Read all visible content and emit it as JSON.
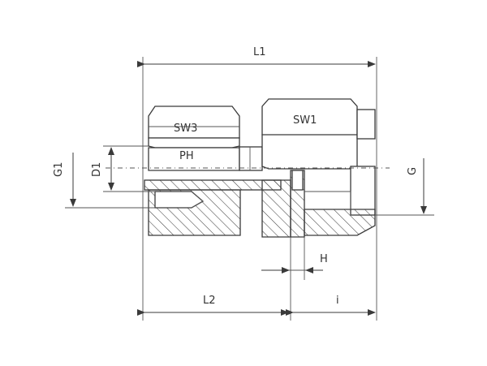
{
  "labels": {
    "L1": "L1",
    "SW3": "SW3",
    "SW1": "SW1",
    "PH": "PH",
    "G1": "G1",
    "D1": "D1",
    "G": "G",
    "H": "H",
    "L2": "L2",
    "i": "i"
  }
}
